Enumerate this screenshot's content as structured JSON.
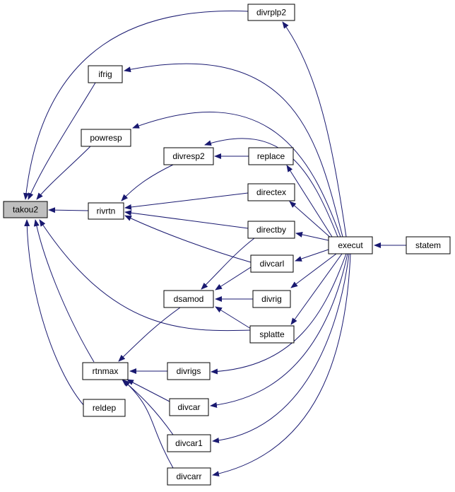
{
  "graph": {
    "root": "takou2",
    "edge_color": "#191970",
    "root_fill": "#bfbfbf",
    "nodes": [
      {
        "id": "takou2",
        "label": "takou2"
      },
      {
        "id": "divrplp2",
        "label": "divrplp2"
      },
      {
        "id": "ifrig",
        "label": "ifrig"
      },
      {
        "id": "powresp",
        "label": "powresp"
      },
      {
        "id": "divresp2",
        "label": "divresp2"
      },
      {
        "id": "replace",
        "label": "replace"
      },
      {
        "id": "rivrtn",
        "label": "rivrtn"
      },
      {
        "id": "directex",
        "label": "directex"
      },
      {
        "id": "directby",
        "label": "directby"
      },
      {
        "id": "execut",
        "label": "execut"
      },
      {
        "id": "statem",
        "label": "statem"
      },
      {
        "id": "divcarl",
        "label": "divcarl"
      },
      {
        "id": "dsamod",
        "label": "dsamod"
      },
      {
        "id": "divrig",
        "label": "divrig"
      },
      {
        "id": "splatte",
        "label": "splatte"
      },
      {
        "id": "rtnmax",
        "label": "rtnmax"
      },
      {
        "id": "divrigs",
        "label": "divrigs"
      },
      {
        "id": "reldep",
        "label": "reldep"
      },
      {
        "id": "divcar",
        "label": "divcar"
      },
      {
        "id": "divcar1",
        "label": "divcar1"
      },
      {
        "id": "divcarr",
        "label": "divcarr"
      }
    ],
    "edges": [
      {
        "from": "divrplp2",
        "to": "takou2"
      },
      {
        "from": "ifrig",
        "to": "takou2"
      },
      {
        "from": "powresp",
        "to": "takou2"
      },
      {
        "from": "rivrtn",
        "to": "takou2"
      },
      {
        "from": "rtnmax",
        "to": "takou2"
      },
      {
        "from": "reldep",
        "to": "takou2"
      },
      {
        "from": "splatte",
        "to": "takou2"
      },
      {
        "from": "divresp2",
        "to": "rivrtn"
      },
      {
        "from": "directex",
        "to": "rivrtn"
      },
      {
        "from": "directby",
        "to": "rivrtn"
      },
      {
        "from": "divcarl",
        "to": "rivrtn"
      },
      {
        "from": "replace",
        "to": "divresp2"
      },
      {
        "from": "execut",
        "to": "divresp2"
      },
      {
        "from": "execut",
        "to": "divrplp2"
      },
      {
        "from": "execut",
        "to": "ifrig"
      },
      {
        "from": "execut",
        "to": "powresp"
      },
      {
        "from": "execut",
        "to": "replace"
      },
      {
        "from": "execut",
        "to": "directex"
      },
      {
        "from": "execut",
        "to": "directby"
      },
      {
        "from": "execut",
        "to": "divcarl"
      },
      {
        "from": "execut",
        "to": "divrig"
      },
      {
        "from": "execut",
        "to": "splatte"
      },
      {
        "from": "execut",
        "to": "divrigs"
      },
      {
        "from": "execut",
        "to": "divcar"
      },
      {
        "from": "execut",
        "to": "divcar1"
      },
      {
        "from": "execut",
        "to": "divcarr"
      },
      {
        "from": "statem",
        "to": "execut"
      },
      {
        "from": "directby",
        "to": "dsamod"
      },
      {
        "from": "divcarl",
        "to": "dsamod"
      },
      {
        "from": "divrig",
        "to": "dsamod"
      },
      {
        "from": "splatte",
        "to": "dsamod"
      },
      {
        "from": "dsamod",
        "to": "rtnmax"
      },
      {
        "from": "divrigs",
        "to": "rtnmax"
      },
      {
        "from": "divcar",
        "to": "rtnmax"
      },
      {
        "from": "divcar1",
        "to": "rtnmax"
      },
      {
        "from": "divcarr",
        "to": "rtnmax"
      }
    ]
  }
}
